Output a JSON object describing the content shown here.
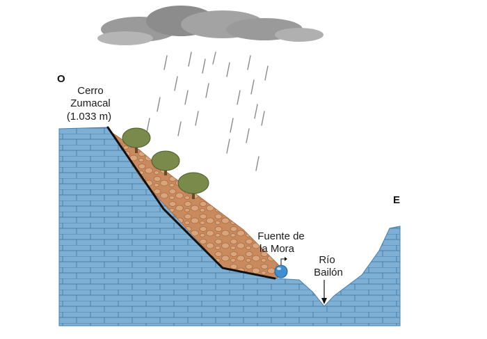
{
  "compass": {
    "west": "O",
    "east": "E"
  },
  "labels": {
    "peak_line1": "Cerro",
    "peak_line2": "Zumacal",
    "peak_line3": "(1.033 m)",
    "spring_line1": "Fuente de",
    "spring_line2": "la Mora",
    "river_line1": "Río",
    "river_line2": "Bailón"
  },
  "colors": {
    "limestone": "#7eb0d6",
    "limestone_lines": "#4a7fa8",
    "debris": "#c98a5e",
    "debris_stones": "#d9a57c",
    "cloud": "#9a9a9a",
    "spring": "#3f8fd0",
    "tree": "#7a8a4a"
  },
  "icons": [
    "rain-cloud-icon",
    "tree-icon",
    "spring-icon",
    "arrow-down-icon"
  ]
}
